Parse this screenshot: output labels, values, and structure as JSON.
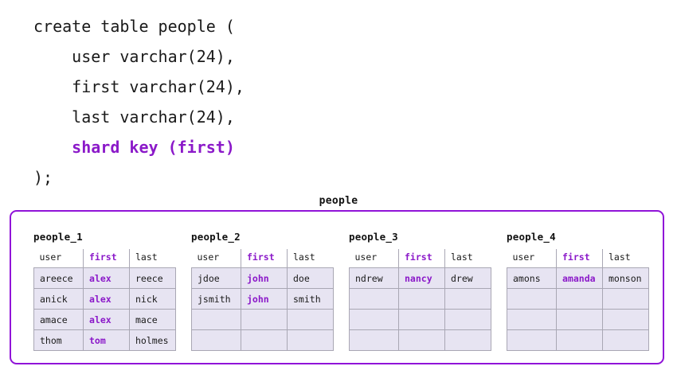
{
  "sql": {
    "lines": [
      {
        "text": "create table people (",
        "indent": 0,
        "keyword": false
      },
      {
        "text": "user varchar(24),",
        "indent": 4,
        "keyword": false
      },
      {
        "text": "first varchar(24),",
        "indent": 4,
        "keyword": false
      },
      {
        "text": "last varchar(24),",
        "indent": 4,
        "keyword": false
      },
      {
        "text": "shard key (first)",
        "indent": 4,
        "keyword": true
      },
      {
        "text": ");",
        "indent": 0,
        "keyword": false
      }
    ]
  },
  "diagram": {
    "title": "people",
    "columns": [
      "user",
      "first",
      "last"
    ],
    "shard_key_column": "first",
    "shards": [
      {
        "label": "people_1",
        "rows": [
          {
            "user": "areece",
            "first": "alex",
            "last": "reece"
          },
          {
            "user": "anick",
            "first": "alex",
            "last": "nick"
          },
          {
            "user": "amace",
            "first": "alex",
            "last": "mace"
          },
          {
            "user": "thom",
            "first": "tom",
            "last": "holmes"
          }
        ]
      },
      {
        "label": "people_2",
        "rows": [
          {
            "user": "jdoe",
            "first": "john",
            "last": "doe"
          },
          {
            "user": "jsmith",
            "first": "john",
            "last": "smith"
          },
          {
            "user": "",
            "first": "",
            "last": ""
          },
          {
            "user": "",
            "first": "",
            "last": ""
          }
        ]
      },
      {
        "label": "people_3",
        "rows": [
          {
            "user": "ndrew",
            "first": "nancy",
            "last": "drew"
          },
          {
            "user": "",
            "first": "",
            "last": ""
          },
          {
            "user": "",
            "first": "",
            "last": ""
          },
          {
            "user": "",
            "first": "",
            "last": ""
          }
        ]
      },
      {
        "label": "people_4",
        "rows": [
          {
            "user": "amons",
            "first": "amanda",
            "last": "monson"
          },
          {
            "user": "",
            "first": "",
            "last": ""
          },
          {
            "user": "",
            "first": "",
            "last": ""
          },
          {
            "user": "",
            "first": "",
            "last": ""
          }
        ]
      }
    ]
  },
  "colors": {
    "accent_purple": "#8b19c9",
    "container_border": "#9013d8",
    "cell_fill": "#e7e4f2",
    "cell_border": "#a9a7b4",
    "text": "#1a1a1a"
  }
}
